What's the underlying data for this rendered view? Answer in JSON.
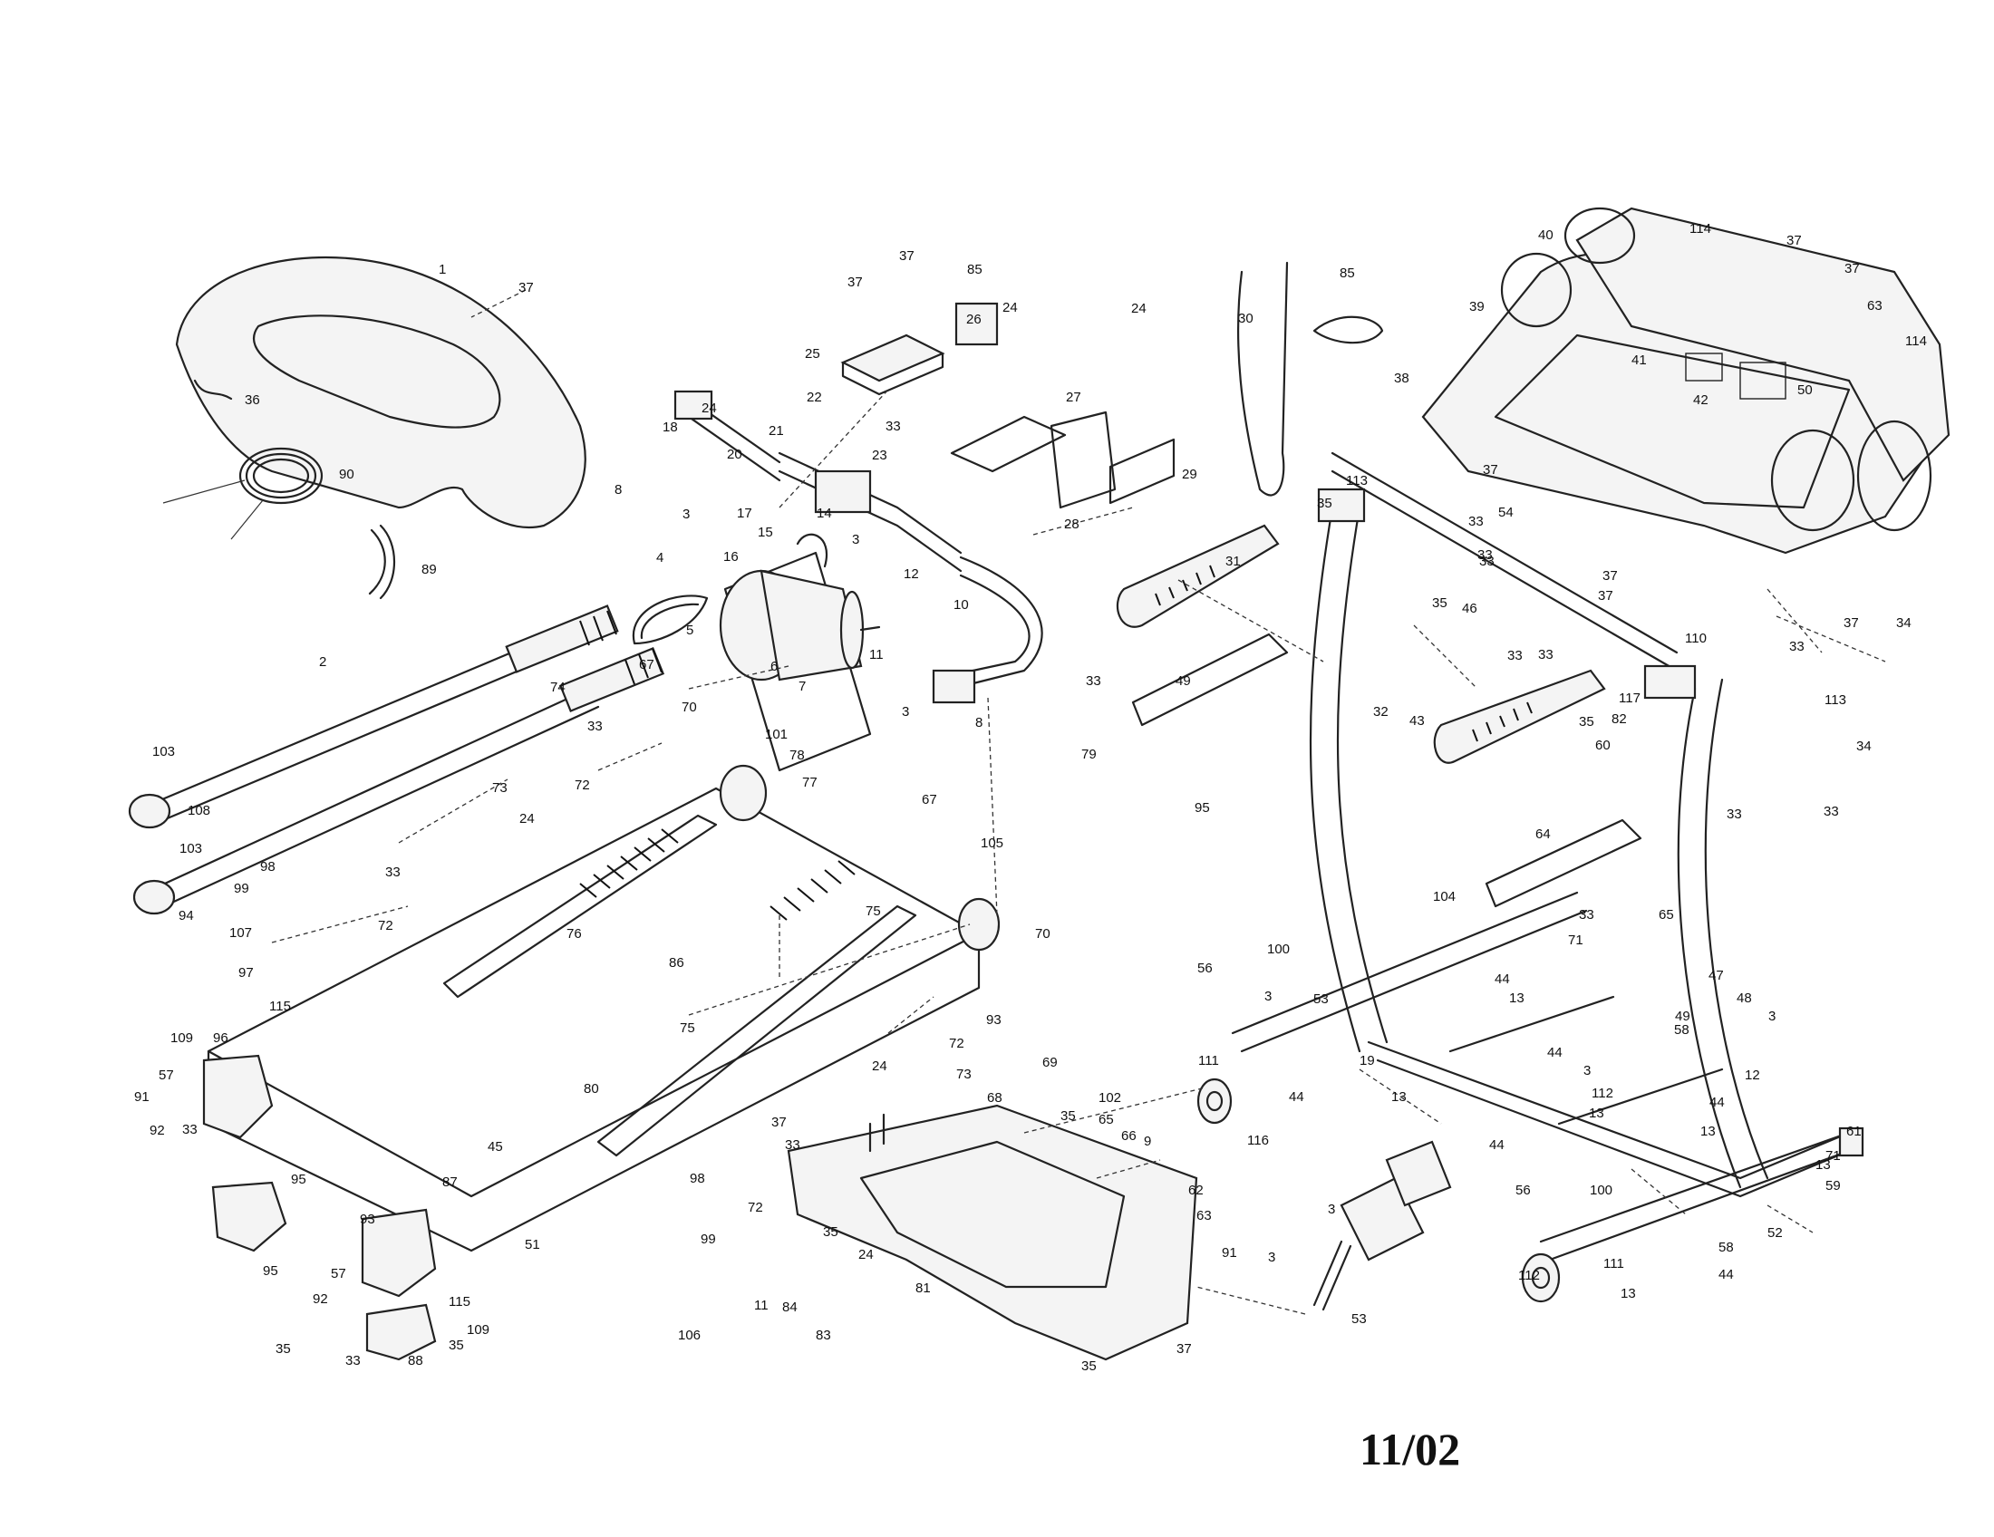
{
  "diagram": {
    "date_code": "11/02",
    "callouts": [
      {
        "label": "1"
      },
      {
        "label": "37"
      },
      {
        "label": "36"
      },
      {
        "label": "90"
      },
      {
        "label": "89"
      },
      {
        "label": "2"
      },
      {
        "label": "103"
      },
      {
        "label": "108"
      },
      {
        "label": "103"
      },
      {
        "label": "18"
      },
      {
        "label": "20"
      },
      {
        "label": "24"
      },
      {
        "label": "22"
      },
      {
        "label": "21"
      },
      {
        "label": "8"
      },
      {
        "label": "3"
      },
      {
        "label": "4"
      },
      {
        "label": "17"
      },
      {
        "label": "15"
      },
      {
        "label": "14"
      },
      {
        "label": "3"
      },
      {
        "label": "16"
      },
      {
        "label": "5"
      },
      {
        "label": "6"
      },
      {
        "label": "7"
      },
      {
        "label": "12"
      },
      {
        "label": "10"
      },
      {
        "label": "11"
      },
      {
        "label": "3"
      },
      {
        "label": "8"
      },
      {
        "label": "37"
      },
      {
        "label": "85"
      },
      {
        "label": "26"
      },
      {
        "label": "37"
      },
      {
        "label": "25"
      },
      {
        "label": "24"
      },
      {
        "label": "33"
      },
      {
        "label": "23"
      },
      {
        "label": "27"
      },
      {
        "label": "28"
      },
      {
        "label": "24"
      },
      {
        "label": "29"
      },
      {
        "label": "30"
      },
      {
        "label": "85"
      },
      {
        "label": "67"
      },
      {
        "label": "74"
      },
      {
        "label": "70"
      },
      {
        "label": "101"
      },
      {
        "label": "78"
      },
      {
        "label": "33"
      },
      {
        "label": "72"
      },
      {
        "label": "77"
      },
      {
        "label": "73"
      },
      {
        "label": "24"
      },
      {
        "label": "98"
      },
      {
        "label": "99"
      },
      {
        "label": "33"
      },
      {
        "label": "72"
      },
      {
        "label": "94"
      },
      {
        "label": "107"
      },
      {
        "label": "76"
      },
      {
        "label": "67"
      },
      {
        "label": "105"
      },
      {
        "label": "97"
      },
      {
        "label": "75"
      },
      {
        "label": "70"
      },
      {
        "label": "115"
      },
      {
        "label": "86"
      },
      {
        "label": "109"
      },
      {
        "label": "96"
      },
      {
        "label": "75"
      },
      {
        "label": "93"
      },
      {
        "label": "72"
      },
      {
        "label": "57"
      },
      {
        "label": "24"
      },
      {
        "label": "73"
      },
      {
        "label": "91"
      },
      {
        "label": "92"
      },
      {
        "label": "33"
      },
      {
        "label": "95"
      },
      {
        "label": "80"
      },
      {
        "label": "69"
      },
      {
        "label": "95"
      },
      {
        "label": "45"
      },
      {
        "label": "87"
      },
      {
        "label": "68"
      },
      {
        "label": "37"
      },
      {
        "label": "33"
      },
      {
        "label": "35"
      },
      {
        "label": "102"
      },
      {
        "label": "65"
      },
      {
        "label": "66"
      },
      {
        "label": "9"
      },
      {
        "label": "93"
      },
      {
        "label": "98"
      },
      {
        "label": "99"
      },
      {
        "label": "72"
      },
      {
        "label": "51"
      },
      {
        "label": "57"
      },
      {
        "label": "115"
      },
      {
        "label": "92"
      },
      {
        "label": "35"
      },
      {
        "label": "62"
      },
      {
        "label": "63"
      },
      {
        "label": "35"
      },
      {
        "label": "91"
      },
      {
        "label": "35"
      },
      {
        "label": "109"
      },
      {
        "label": "33"
      },
      {
        "label": "88"
      },
      {
        "label": "24"
      },
      {
        "label": "11"
      },
      {
        "label": "84"
      },
      {
        "label": "81"
      },
      {
        "label": "106"
      },
      {
        "label": "83"
      },
      {
        "label": "35"
      },
      {
        "label": "37"
      },
      {
        "label": "40"
      },
      {
        "label": "114"
      },
      {
        "label": "37"
      },
      {
        "label": "39"
      },
      {
        "label": "37"
      },
      {
        "label": "63"
      },
      {
        "label": "38"
      },
      {
        "label": "114"
      },
      {
        "label": "41"
      },
      {
        "label": "42"
      },
      {
        "label": "50"
      },
      {
        "label": "113"
      },
      {
        "label": "35"
      },
      {
        "label": "37"
      },
      {
        "label": "33"
      },
      {
        "label": "54"
      },
      {
        "label": "33"
      },
      {
        "label": "37"
      },
      {
        "label": "37"
      },
      {
        "label": "31"
      },
      {
        "label": "35"
      },
      {
        "label": "46"
      },
      {
        "label": "33"
      },
      {
        "label": "33"
      },
      {
        "label": "33"
      },
      {
        "label": "110"
      },
      {
        "label": "37"
      },
      {
        "label": "34"
      },
      {
        "label": "33"
      },
      {
        "label": "49"
      },
      {
        "label": "33"
      },
      {
        "label": "113"
      },
      {
        "label": "117"
      },
      {
        "label": "32"
      },
      {
        "label": "43"
      },
      {
        "label": "35"
      },
      {
        "label": "82"
      },
      {
        "label": "79"
      },
      {
        "label": "34"
      },
      {
        "label": "60"
      },
      {
        "label": "33"
      },
      {
        "label": "95"
      },
      {
        "label": "64"
      },
      {
        "label": "33"
      },
      {
        "label": "104"
      },
      {
        "label": "33"
      },
      {
        "label": "65"
      },
      {
        "label": "71"
      },
      {
        "label": "100"
      },
      {
        "label": "56"
      },
      {
        "label": "44"
      },
      {
        "label": "13"
      },
      {
        "label": "47"
      },
      {
        "label": "3"
      },
      {
        "label": "53"
      },
      {
        "label": "48"
      },
      {
        "label": "49"
      },
      {
        "label": "3"
      },
      {
        "label": "58"
      },
      {
        "label": "111"
      },
      {
        "label": "19"
      },
      {
        "label": "44"
      },
      {
        "label": "112"
      },
      {
        "label": "13"
      },
      {
        "label": "3"
      },
      {
        "label": "12"
      },
      {
        "label": "44"
      },
      {
        "label": "13"
      },
      {
        "label": "44"
      },
      {
        "label": "13"
      },
      {
        "label": "71"
      },
      {
        "label": "61"
      },
      {
        "label": "116"
      },
      {
        "label": "44"
      },
      {
        "label": "13"
      },
      {
        "label": "59"
      },
      {
        "label": "3"
      },
      {
        "label": "56"
      },
      {
        "label": "100"
      },
      {
        "label": "52"
      },
      {
        "label": "3"
      },
      {
        "label": "53"
      },
      {
        "label": "111"
      },
      {
        "label": "58"
      },
      {
        "label": "112"
      },
      {
        "label": "44"
      },
      {
        "label": "13"
      }
    ]
  }
}
